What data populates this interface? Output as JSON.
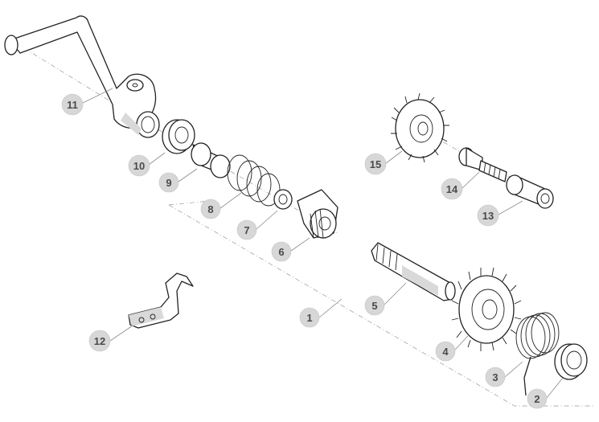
{
  "callouts": [
    {
      "id": "1",
      "label": "1"
    },
    {
      "id": "2",
      "label": "2"
    },
    {
      "id": "3",
      "label": "3"
    },
    {
      "id": "4",
      "label": "4"
    },
    {
      "id": "5",
      "label": "5"
    },
    {
      "id": "6",
      "label": "6"
    },
    {
      "id": "7",
      "label": "7"
    },
    {
      "id": "8",
      "label": "8"
    },
    {
      "id": "9",
      "label": "9"
    },
    {
      "id": "10",
      "label": "10"
    },
    {
      "id": "11",
      "label": "11"
    },
    {
      "id": "12",
      "label": "12"
    },
    {
      "id": "13",
      "label": "13"
    },
    {
      "id": "14",
      "label": "14"
    },
    {
      "id": "15",
      "label": "15"
    }
  ],
  "colors": {
    "bubble": "#d7d7d7",
    "label": "#4a4a4a",
    "linework": "#222222",
    "shading": "#d9d9d9"
  }
}
